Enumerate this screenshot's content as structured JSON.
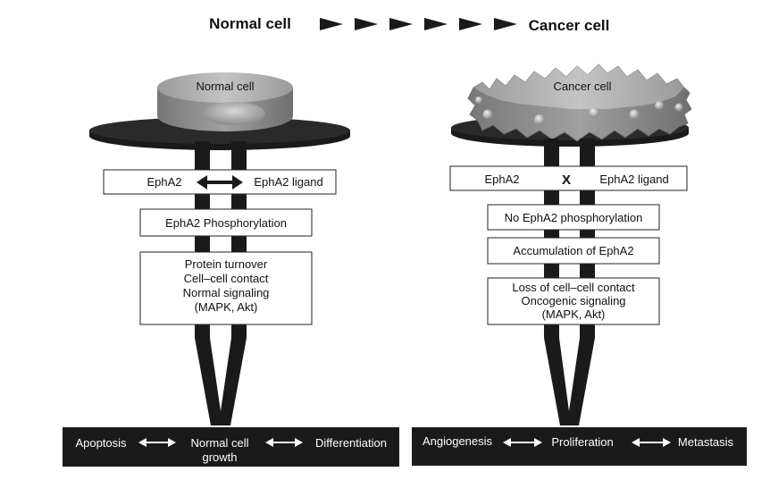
{
  "header": {
    "left_label": "Normal cell",
    "right_label": "Cancer cell",
    "arrow_count": 6
  },
  "left_panel": {
    "cell_label": "Normal cell",
    "receptor": "EphA2",
    "ligand": "EphA2 ligand",
    "interaction_icon": "double-arrow-icon",
    "phosphorylation": "EphA2 Phosphorylation",
    "effects": [
      "Protein turnover",
      "Cell–cell contact",
      "Normal signaling",
      "(MAPK, Akt)"
    ],
    "outcomes": {
      "left": "Apoptosis",
      "center": [
        "Normal cell",
        "growth"
      ],
      "right": "Differentiation"
    }
  },
  "right_panel": {
    "cell_label": "Cancer cell",
    "receptor": "EphA2",
    "interaction_mark": "X",
    "ligand": "EphA2 ligand",
    "phosphorylation": "No EphA2 phosphorylation",
    "accumulation": "Accumulation of EphA2",
    "effects": [
      "Loss of cell–cell contact",
      "Oncogenic signaling",
      "(MAPK, Akt)"
    ],
    "outcomes": {
      "left": "Angiogenesis",
      "center": "Proliferation",
      "right": "Metastasis"
    }
  },
  "colors": {
    "dark": "#1a1a1a",
    "cell_gray": "#a8a8a8",
    "cell_dark": "#7d7d7d",
    "box_fill": "#ffffff",
    "outcome_text": "#ffffff"
  }
}
